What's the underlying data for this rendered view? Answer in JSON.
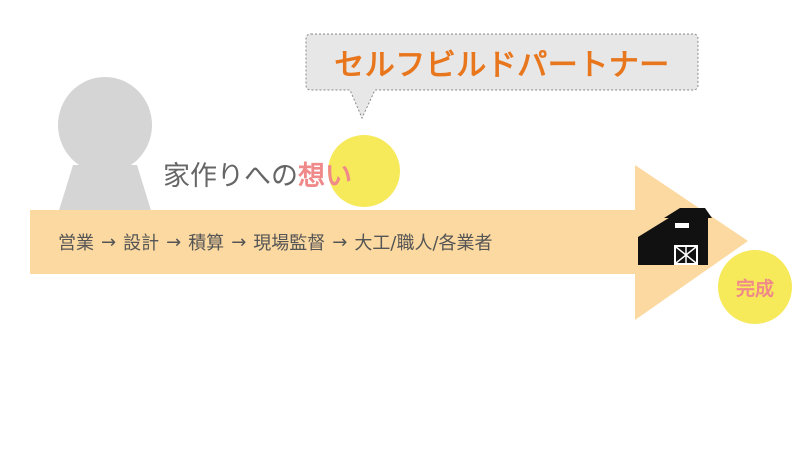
{
  "callout": {
    "label": "セルフビルドパートナー"
  },
  "thought": {
    "prefix": "家作りへの",
    "emphasis": "想い"
  },
  "process": {
    "steps": [
      "営業",
      "設計",
      "積算",
      "現場監督",
      "大工/職人/各業者"
    ],
    "separator": "→"
  },
  "completion": {
    "label": "完成"
  },
  "icons": {
    "person": "person-silhouette-icon",
    "house": "barn-house-icon"
  },
  "colors": {
    "arrow": "#fbd9a0",
    "highlight": "#f6e95a",
    "callout_text": "#e8761c",
    "accent_text": "#f08a8a",
    "person": "#d5d5d5",
    "callout_fill": "#e7e7e7"
  }
}
